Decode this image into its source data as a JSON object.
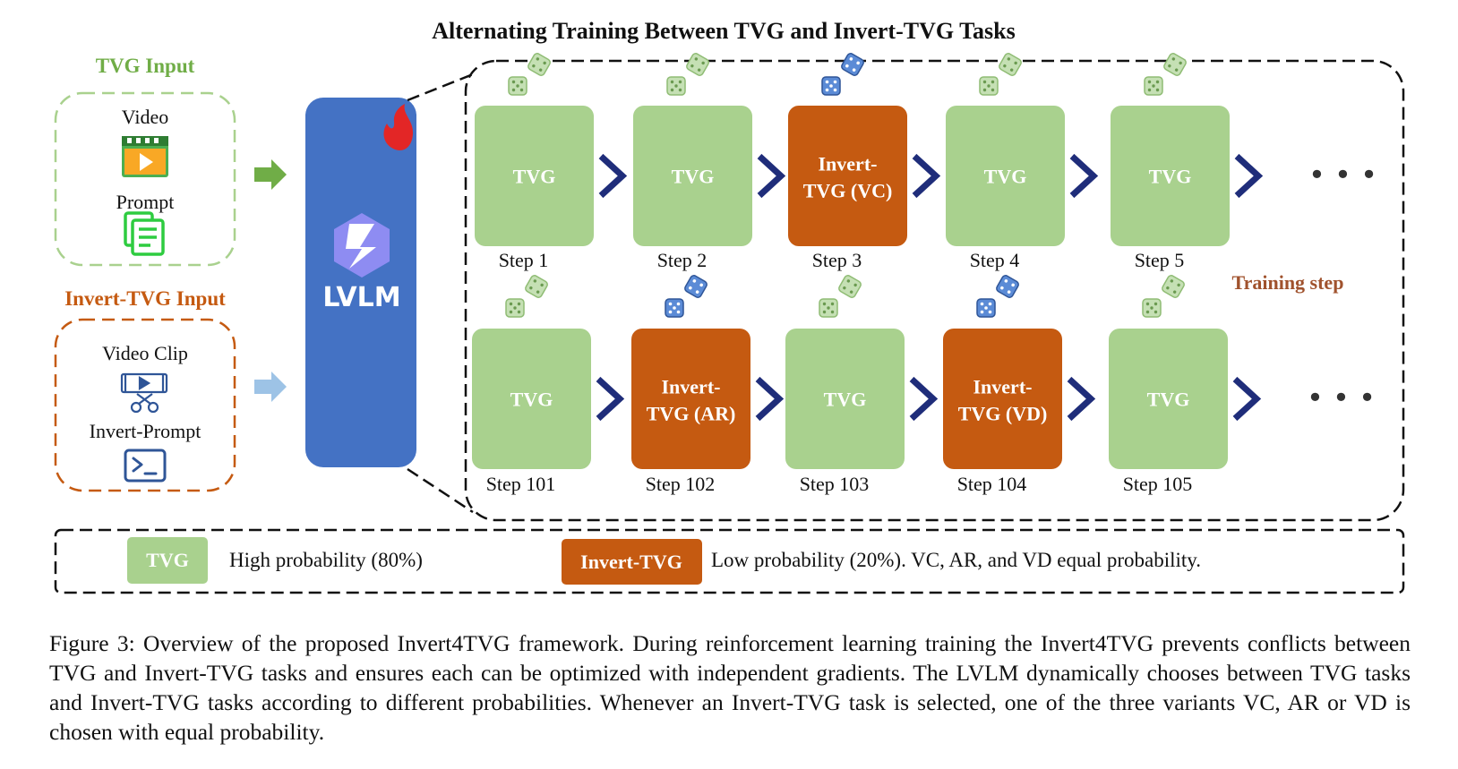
{
  "title": "Alternating Training Between TVG and Invert-TVG Tasks",
  "inputs": {
    "tvg": {
      "heading": "TVG Input",
      "item1": "Video",
      "item2": "Prompt",
      "icon1": "video-icon",
      "icon2": "prompt-icon"
    },
    "invert": {
      "heading": "Invert-TVG Input",
      "item1": "Video Clip",
      "item2": "Invert-Prompt",
      "icon1": "video-clip-icon",
      "icon2": "terminal-icon"
    }
  },
  "model": {
    "label": "LVLM",
    "icon": "model-star-icon",
    "badge": "fire-icon"
  },
  "rows": [
    {
      "steps": [
        {
          "label": "TVG",
          "step": "Step 1",
          "kind": "tvg"
        },
        {
          "label": "TVG",
          "step": "Step 2",
          "kind": "tvg"
        },
        {
          "label": "Invert-",
          "label2": "TVG (VC)",
          "step": "Step 3",
          "kind": "inv"
        },
        {
          "label": "TVG",
          "step": "Step 4",
          "kind": "tvg"
        },
        {
          "label": "TVG",
          "step": "Step 5",
          "kind": "tvg"
        }
      ]
    },
    {
      "steps": [
        {
          "label": "TVG",
          "step": "Step 101",
          "kind": "tvg"
        },
        {
          "label": "Invert-",
          "label2": "TVG (AR)",
          "step": "Step 102",
          "kind": "inv"
        },
        {
          "label": "TVG",
          "step": "Step 103",
          "kind": "tvg"
        },
        {
          "label": "Invert-",
          "label2": "TVG (VD)",
          "step": "Step 104",
          "kind": "inv"
        },
        {
          "label": "TVG",
          "step": "Step 105",
          "kind": "tvg"
        }
      ]
    }
  ],
  "ellipsis": "• • •",
  "training_step_label": "Training step",
  "legend": {
    "tvg_label": "TVG",
    "tvg_text": "High probability (80%)",
    "inv_label": "Invert-TVG",
    "inv_text": "Low probability (20%). VC, AR, and VD equal probability."
  },
  "caption": "Figure 3: Overview of the proposed Invert4TVG framework. During reinforcement learning training the Invert4TVG prevents conflicts between TVG and Invert-TVG tasks and ensures each can be optimized with independent gradients. The LVLM dynamically chooses between TVG tasks and Invert-TVG tasks according to different probabilities. Whenever an Invert-TVG task is selected, one of the three variants VC, AR or VD is chosen with equal probability.",
  "colors": {
    "tvg": "#a9d18e",
    "invert": "#c55a11",
    "lvlm": "#4472c4",
    "chevron": "#1f2d7a",
    "green_heading": "#70ad47",
    "orange_heading": "#c55a11",
    "dice_green": "#a9d18e",
    "dice_blue": "#5b8bd6"
  }
}
